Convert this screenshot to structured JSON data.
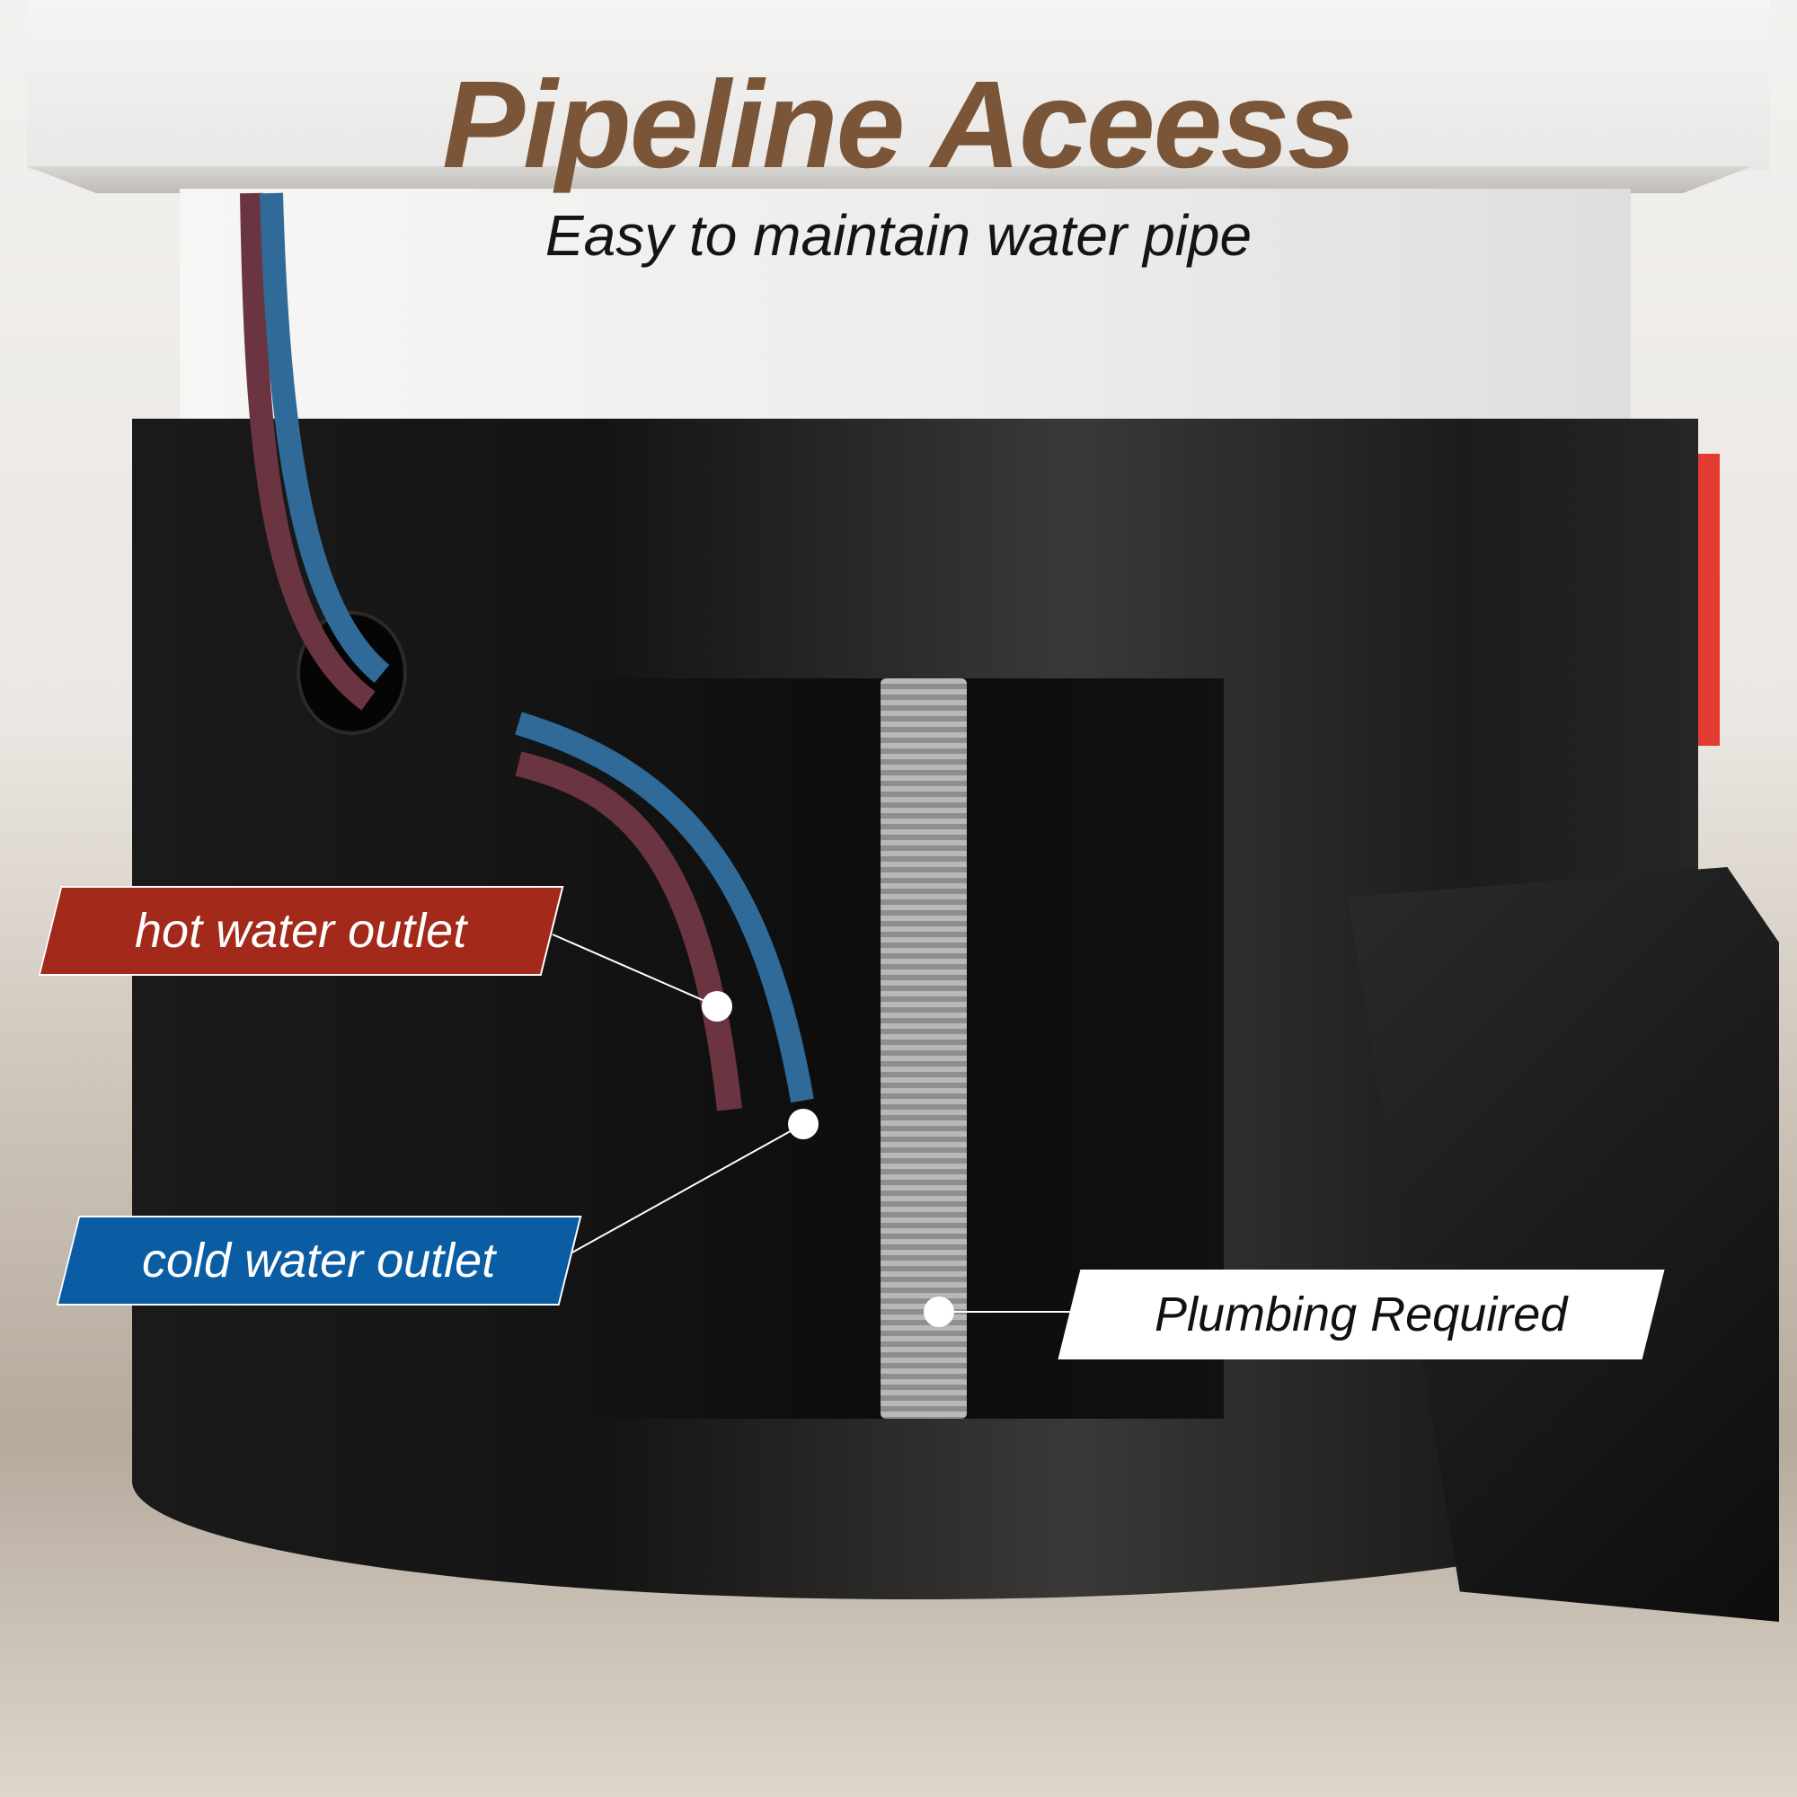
{
  "header": {
    "title": "Pipeline Aceess",
    "subtitle": "Easy to maintain water pipe"
  },
  "callouts": {
    "hot": "hot water outlet",
    "cold": "cold water outlet",
    "plumbing": "Plumbing Required"
  },
  "colors": {
    "title": "#7a5538",
    "hot": "#a3291b",
    "cold": "#0a5ca3"
  }
}
